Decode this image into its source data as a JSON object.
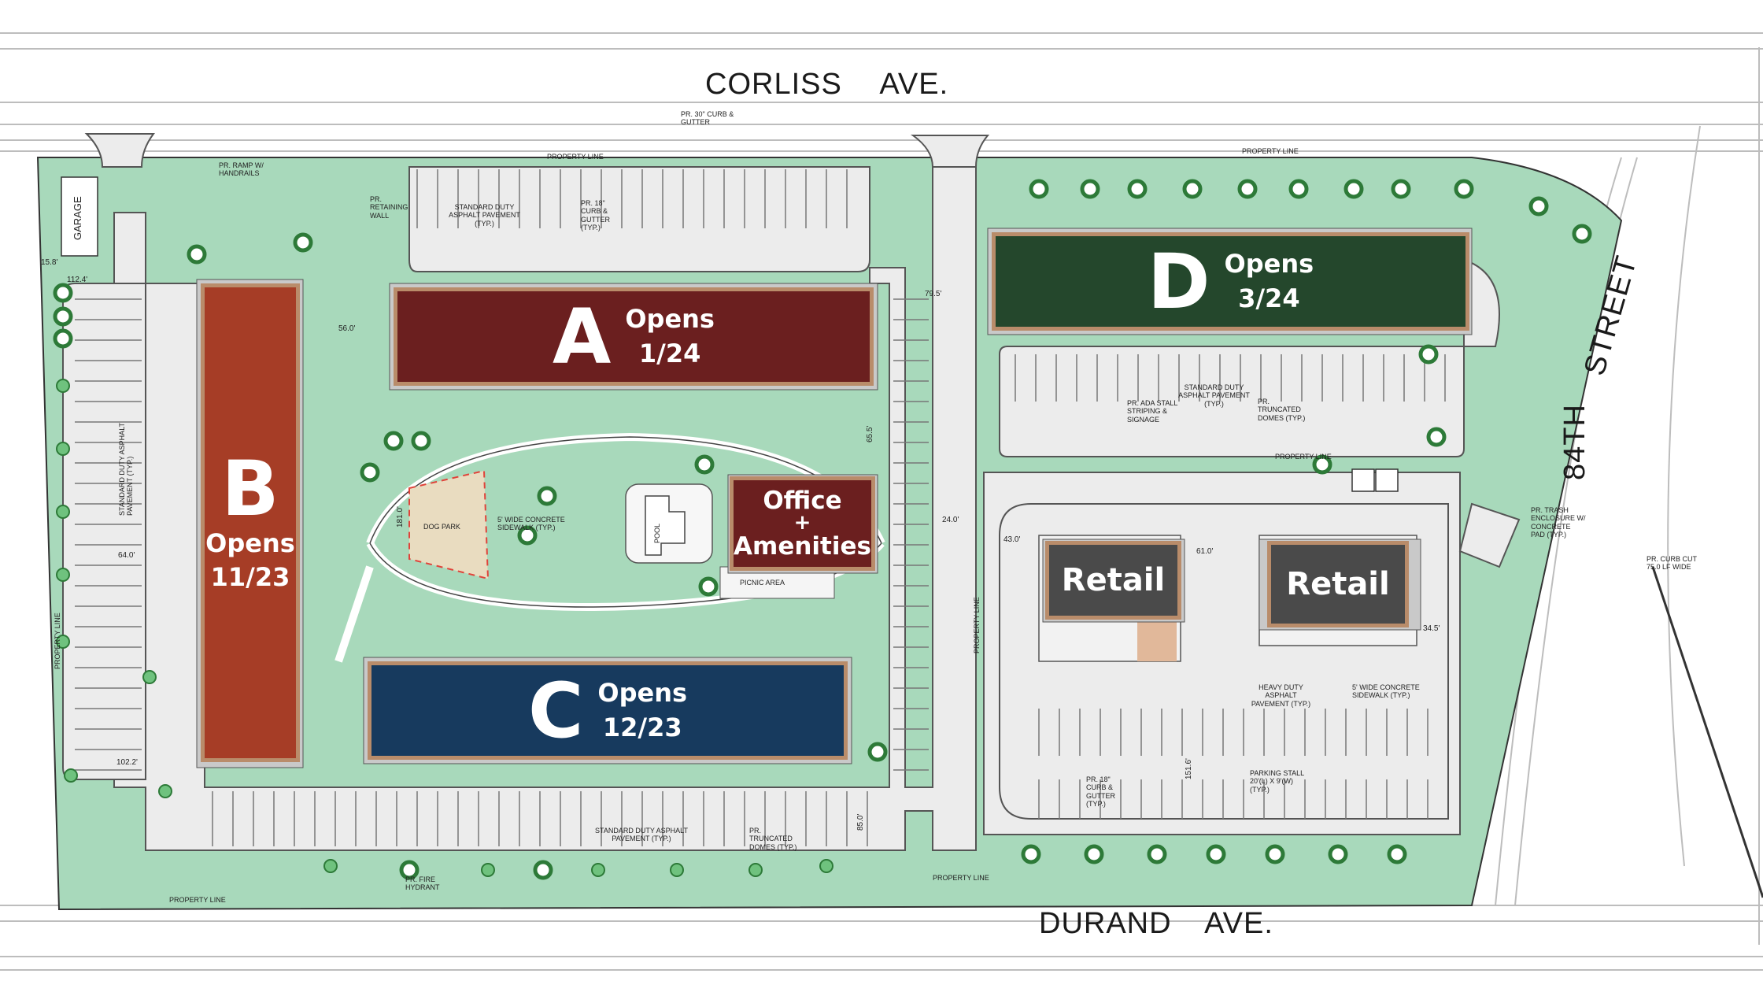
{
  "streets": {
    "north": [
      "CORLISS",
      "AVE."
    ],
    "south": [
      "DURAND",
      "AVE."
    ],
    "east": [
      "84TH",
      "STREET"
    ]
  },
  "buildings": {
    "a": {
      "letter": "A",
      "label": "Opens",
      "date": "1/24",
      "color": "#6b1f1f"
    },
    "b": {
      "letter": "B",
      "label": "Opens",
      "date": "11/23",
      "color": "#a63d26"
    },
    "c": {
      "letter": "C",
      "label": "Opens",
      "date": "12/23",
      "color": "#173a5e"
    },
    "d": {
      "letter": "D",
      "label": "Opens",
      "date": "3/24",
      "color": "#24472c"
    },
    "office": {
      "line1": "Office",
      "line2": "+",
      "line3": "Amenities",
      "color": "#6b1f1f"
    },
    "retail_1": {
      "label": "Retail",
      "color": "#4a4a4a"
    },
    "retail_2": {
      "label": "Retail",
      "color": "#4a4a4a"
    }
  },
  "site": {
    "ground_color": "#a8d9bb",
    "pavement_color": "#ececec"
  },
  "notes": {
    "property_line": "PROPERTY LINE",
    "garage": "GARAGE",
    "ramp": "PR. RAMP W/ HANDRAILS",
    "retaining_wall": "PR. RETAINING WALL",
    "std_pavement": "STANDARD DUTY ASPHALT PAVEMENT (TYP.)",
    "curb_18": "PR. 18\" CURB & GUTTER (TYP.)",
    "curb_30": "PR. 30\" CURB & GUTTER",
    "dog_park": "DOG PARK",
    "sidewalk": "5' WIDE CONCRETE SIDEWALK (TYP.)",
    "pool": "POOL",
    "picnic": "PICNIC AREA",
    "ada": "PR. ADA STALL STRIPING & SIGNAGE",
    "domes": "PR. TRUNCATED DOMES (TYP.)",
    "trash": "PR. TRASH ENCLOSURE W/ CONCRETE PAD (TYP.)",
    "curb_cut": "PR. CURB CUT 75.0 LF WIDE",
    "heavy_pavement": "HEAVY DUTY ASPHALT PAVEMENT (TYP.)",
    "parking_stall": "PARKING STALL 20'(L) x 9'(W) (TYP.)",
    "hydrant": "PR. FIRE HYDRANT"
  },
  "dimensions": [
    "15.8'",
    "112.4'",
    "56.0'",
    "79.5'",
    "64.0'",
    "65.5'",
    "102.2'",
    "24.0'",
    "43.0'",
    "61.0'",
    "34.5'",
    "151.6'",
    "181.0'",
    "85.0'"
  ]
}
